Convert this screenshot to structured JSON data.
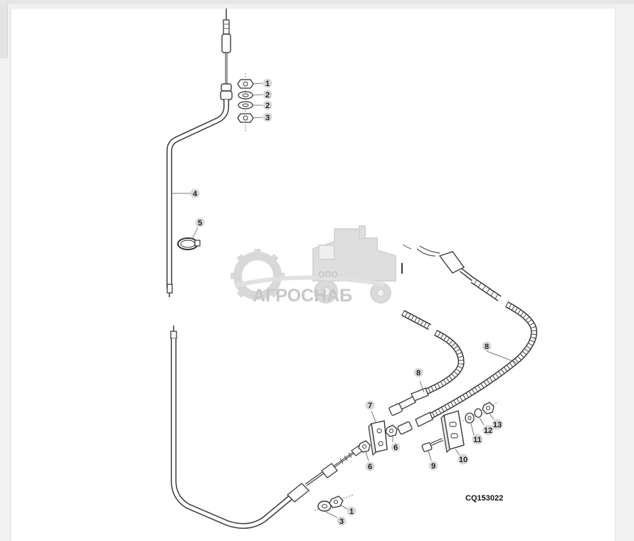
{
  "diagram": {
    "callouts": [
      "1",
      "2",
      "2",
      "3",
      "4",
      "5",
      "6",
      "6",
      "7",
      "8",
      "8",
      "9",
      "10",
      "11",
      "12",
      "13",
      "3",
      "1"
    ],
    "figure_code": "CQ153022"
  },
  "watermark": {
    "prefix": "ООО",
    "brand": "АГРОСНАБ"
  }
}
